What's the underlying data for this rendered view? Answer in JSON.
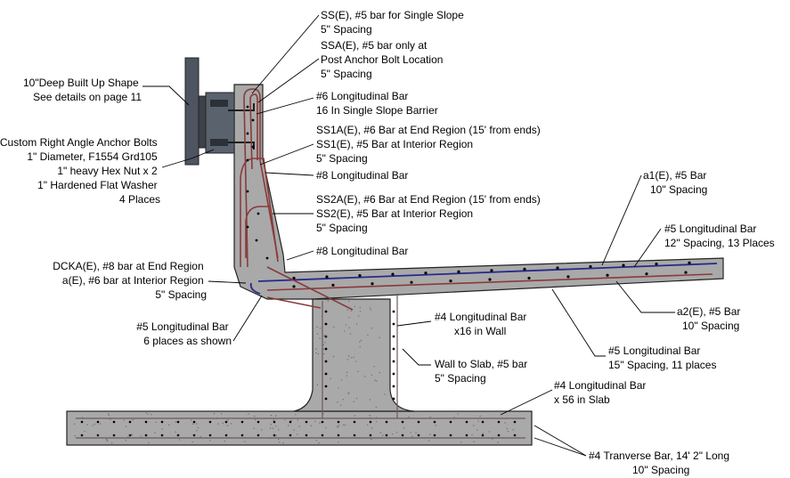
{
  "colors": {
    "concrete": "#a9a9a9",
    "rebar_red": "#8a3a3a",
    "rebar_blue": "#28288a",
    "steel_post": "#4e5560",
    "outline": "#222222"
  },
  "labels": {
    "ss_e": [
      "SS(E), #5 bar for Single Slope",
      "5\" Spacing"
    ],
    "ssa_e": [
      "SSA(E), #5 bar only at",
      "Post Anchor Bolt Location",
      "5\" Spacing"
    ],
    "built_up": [
      "10\"Deep Built Up Shape",
      "See details on page 11"
    ],
    "long6": [
      "#6 Longitudinal Bar",
      "16 In Single Slope Barrier"
    ],
    "anchor": [
      "Custom Right Angle Anchor Bolts",
      "1\" Diameter, F1554 Grd105",
      "1\" heavy Hex Nut x 2",
      "1\" Hardened Flat Washer",
      "4 Places"
    ],
    "ss1": [
      "SS1A(E), #6 Bar at End Region (15' from ends)",
      "SS1(E), #5 Bar at Interior Region",
      "5\" Spacing"
    ],
    "long8_a": [
      "#8 Longitudinal Bar"
    ],
    "ss2": [
      "SS2A(E), #6 Bar at End Region (15' from ends)",
      "SS2(E), #5 Bar at Interior Region",
      "5\" Spacing"
    ],
    "a1": [
      "a1(E), #5 Bar",
      "10\" Spacing"
    ],
    "long5_top": [
      "#5 Longitudinal Bar",
      "12\" Spacing, 13 Places"
    ],
    "long8_b": [
      "#8 Longitudinal Bar"
    ],
    "dcka": [
      "DCKA(E), #8 bar at End Region",
      "a(E), #6 bar at Interior Region",
      "5\" Spacing"
    ],
    "a2": [
      "a2(E), #5 Bar",
      "10\" Spacing"
    ],
    "long5_six": [
      "#5 Longitudinal Bar",
      "6 places as shown"
    ],
    "long4_wall": [
      "#4 Longitudinal Bar",
      "x16 in Wall"
    ],
    "long5_bottom": [
      "#5 Longitudinal Bar",
      "15\" Spacing, 11 places"
    ],
    "wall_slab": [
      "Wall to Slab, #5 bar",
      "5\" Spacing"
    ],
    "long4_slab": [
      "#4 Longitudinal Bar",
      "x 56 in Slab"
    ],
    "transverse": [
      "#4 Tranverse Bar, 14' 2\" Long",
      "10\" Spacing"
    ]
  }
}
